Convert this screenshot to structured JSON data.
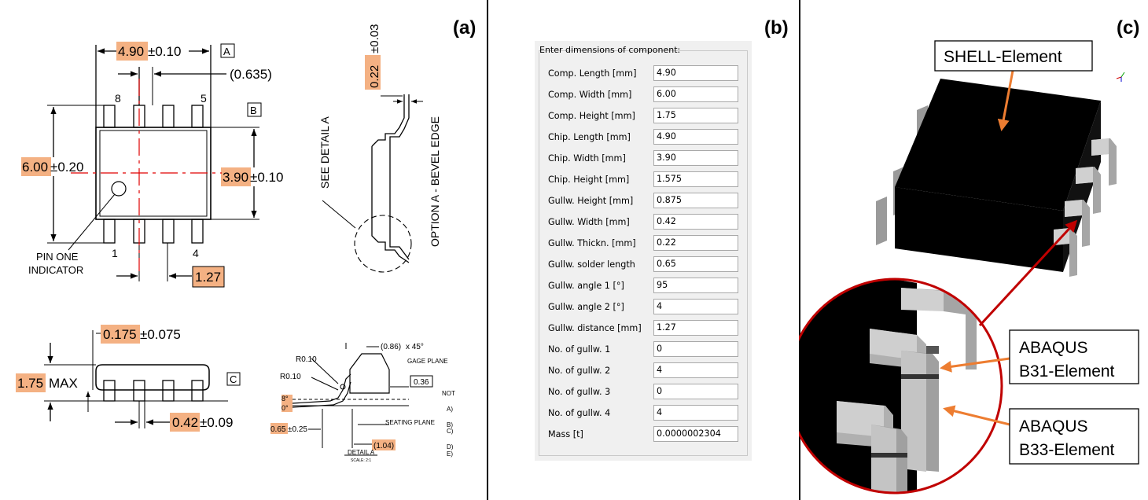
{
  "panels": {
    "a": "(a)",
    "b": "(b)",
    "c": "(c)"
  },
  "colors": {
    "highlight": "#f4b183",
    "red": "#e00000",
    "leader": "#ed7d31",
    "circle": "#c00000"
  },
  "drawing": {
    "top_view": {
      "length_val": "4.90",
      "length_tol": "±0.10",
      "datum_a": "A",
      "pitch_ref": "(0.635)",
      "pin8": "8",
      "pin5": "5",
      "pin1": "1",
      "pin4": "4",
      "datum_b": "B",
      "width_val": "6.00",
      "width_tol": "±0.20",
      "body_val": "3.90",
      "body_tol": "±0.10",
      "pin_one_1": "PIN ONE",
      "pin_one_2": "INDICATOR",
      "pitch_val": "1.27"
    },
    "side_view": {
      "thick_val": "0.22",
      "thick_tol": "±0.03",
      "see_detail": "SEE DETAIL A",
      "option": "OPTION A - BEVEL EDGE"
    },
    "front_view": {
      "standoff_val": "0.175",
      "standoff_tol": "±0.075",
      "height_val": "1.75",
      "height_tol": "MAX",
      "datum_c": "C",
      "lead_val": "0.42",
      "lead_tol": "±0.09"
    },
    "detail": {
      "chamfer": "(0.86)",
      "chamfer_angle": "x 45°",
      "r1": "R0.10",
      "r2": "R0.10",
      "gage": "GAGE PLANE",
      "gage_val": "0.36",
      "ang_max": "8°",
      "ang_min": "0°",
      "foot_val": "0.65",
      "foot_tol": "±0.25",
      "seating": "SEATING PLANE",
      "foot_len": "(1.04)",
      "title": "DETAIL A",
      "scale": "SCALE: 2:1",
      "not": "NOT",
      "notes": [
        "A)",
        "B)",
        "C)",
        "D)",
        "E)"
      ]
    }
  },
  "form": {
    "legend": "Enter dimensions of component:",
    "fields": [
      {
        "label": "Comp. Length [mm]",
        "value": "4.90"
      },
      {
        "label": "Comp. Width [mm]",
        "value": "6.00"
      },
      {
        "label": "Comp. Height [mm]",
        "value": "1.75"
      },
      {
        "label": "Chip. Length [mm]",
        "value": "4.90"
      },
      {
        "label": "Chip. Width [mm]",
        "value": "3.90"
      },
      {
        "label": "Chip. Height [mm]",
        "value": "1.575"
      },
      {
        "label": "Gullw. Height [mm]",
        "value": "0.875"
      },
      {
        "label": "Gullw. Width [mm]",
        "value": "0.42"
      },
      {
        "label": "Gullw. Thickn. [mm]",
        "value": "0.22"
      },
      {
        "label": "Gullw. solder length",
        "value": "0.65"
      },
      {
        "label": "Gullw. angle 1 [°]",
        "value": "95"
      },
      {
        "label": "Gullw. angle 2 [°]",
        "value": "4"
      },
      {
        "label": "Gullw. distance [mm]",
        "value": "1.27"
      },
      {
        "label": "No. of gullw. 1",
        "value": "0"
      },
      {
        "label": "No. of gullw. 2",
        "value": "4"
      },
      {
        "label": "No. of gullw. 3",
        "value": "0"
      },
      {
        "label": "No. of gullw. 4",
        "value": "4"
      },
      {
        "label": "Mass [t]",
        "value": "0.0000002304"
      }
    ]
  },
  "model": {
    "shell": "SHELL-Element",
    "b31_line1": "ABAQUS",
    "b31_line2": "B31-Element",
    "b33_line1": "ABAQUS",
    "b33_line2": "B33-Element"
  }
}
